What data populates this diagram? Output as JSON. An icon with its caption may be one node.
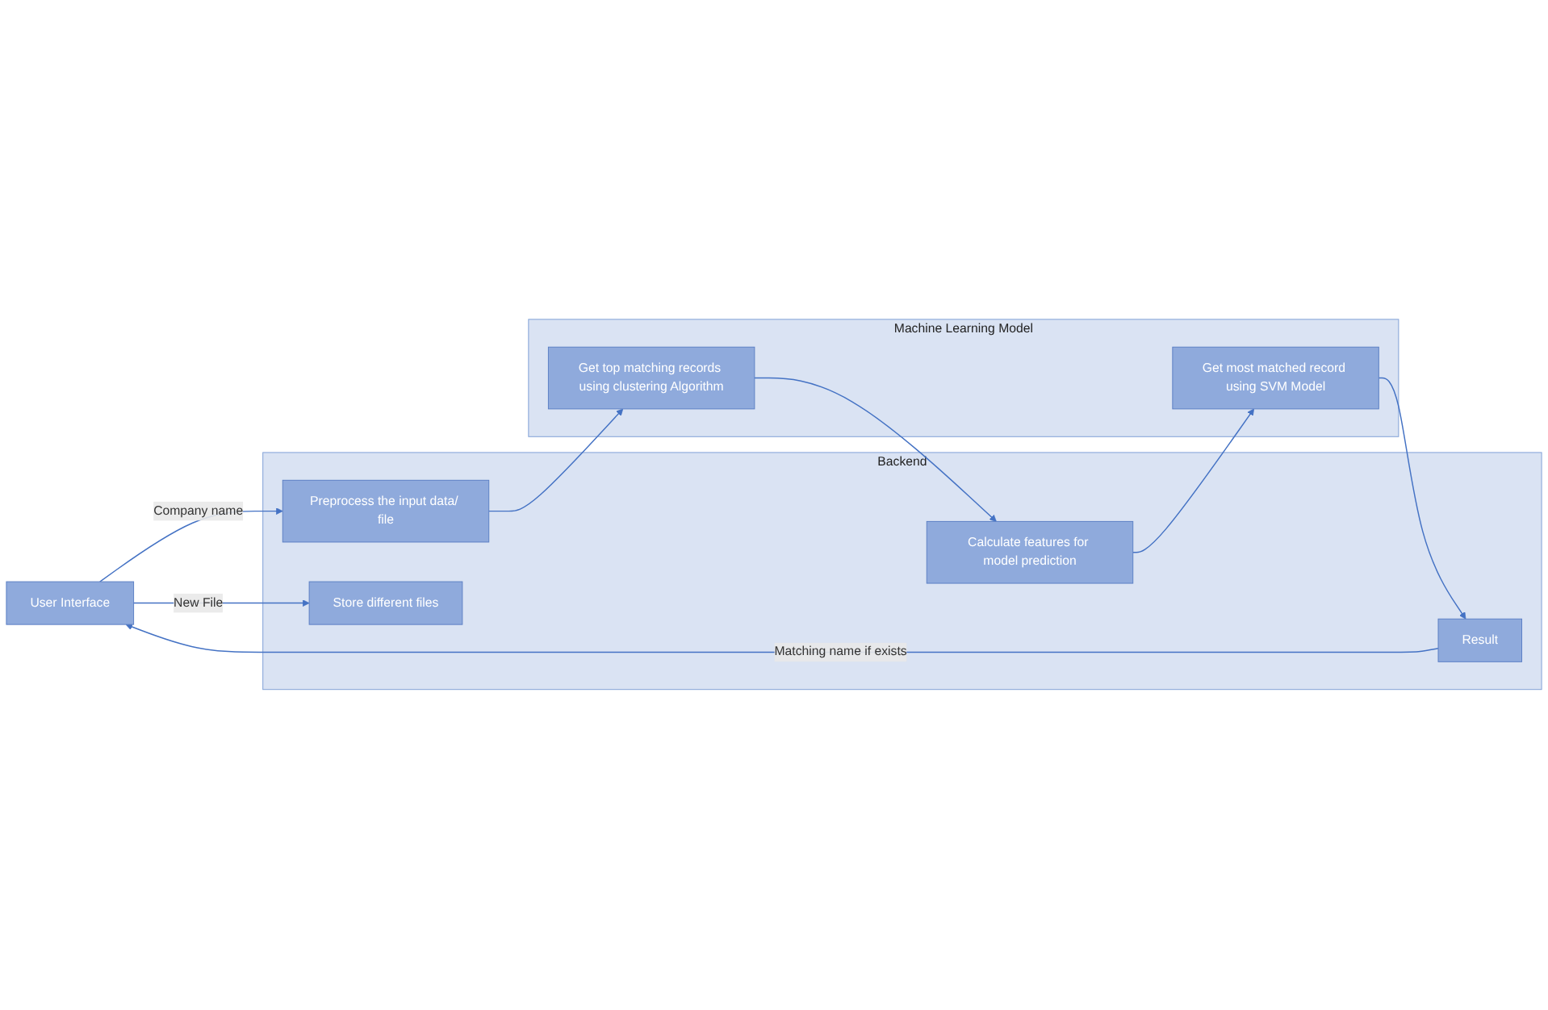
{
  "diagram": {
    "nodes": [
      {
        "text": [
          "User Interface"
        ]
      },
      {
        "text": [
          "Backend"
        ]
      },
      {
        "text": [
          "Preprocess the input data/ file"
        ],
        "in": 1
      },
      {
        "text": [
          "Calculate features for model prediction"
        ],
        "in": 1
      },
      {
        "text": [
          "Result"
        ],
        "in": 1
      },
      {
        "text": [
          "Store different files"
        ],
        "in": 1
      },
      {
        "text": [
          "Machine Learning Model"
        ]
      },
      {
        "text": [
          "Get top matching records using clustering Algorithm"
        ],
        "in": 6
      },
      {
        "text": [
          "Get most matched record using SVM Model"
        ],
        "in": 6
      }
    ],
    "edges": [
      {
        "from": 0,
        "to": 2,
        "arrow": "to",
        "label": "Company name"
      },
      {
        "from": 2,
        "to": 7,
        "arrow": "to"
      },
      {
        "from": 7,
        "to": 3,
        "arrow": "to"
      },
      {
        "from": 3,
        "to": 8,
        "arrow": "to"
      },
      {
        "from": 8,
        "to": 4,
        "arrow": "to"
      },
      {
        "from": 4,
        "to": 0,
        "arrow": "to",
        "label": "Matching name if exists"
      },
      {
        "from": 0,
        "to": 5,
        "arrow": "to",
        "label": "New File"
      }
    ]
  }
}
